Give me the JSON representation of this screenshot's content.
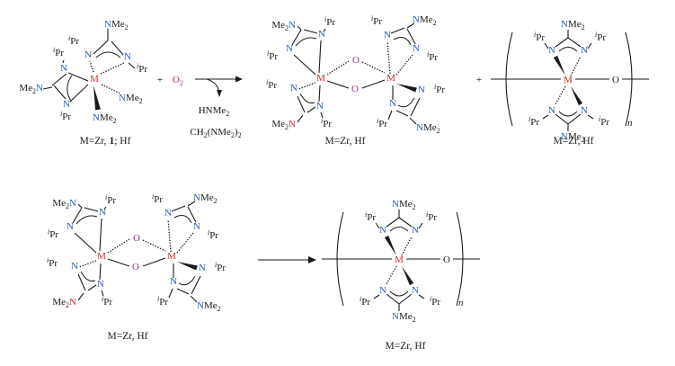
{
  "colors": {
    "metal": "#d42a2a",
    "nitrogen": "#2b5fb4",
    "oxygen": "#a0308a",
    "bond": "#1a1a1a"
  },
  "labels": {
    "M": "M",
    "N": "N",
    "O": "O",
    "ipr_sup": "i",
    "ipr_pr": "Pr",
    "nme_n": "N",
    "nme_me": "Me",
    "nme_sub": "2",
    "me_prefix": "Me",
    "plus": "+",
    "n": "n",
    "o2_letter": "O",
    "o2_sub": "2",
    "byproduct1": "HNMe",
    "byproduct1_sub": "2",
    "byproduct2_pre": "CH",
    "byproduct2_sub1": "2",
    "byproduct2_mid": "(NMe",
    "byproduct2_sub2": "2",
    "byproduct2_post": ")",
    "byproduct2_sub3": "2"
  },
  "captions": {
    "start": "M=Zr, 1; Hf",
    "start_pre": "M=Zr, ",
    "start_bold": "1",
    "start_post": "; Hf",
    "dimer": "M=Zr, Hf",
    "polymer": "M=Zr, Hf",
    "dimer2": "M=Zr, Hf",
    "polymer2": "M=Zr, Hf"
  }
}
